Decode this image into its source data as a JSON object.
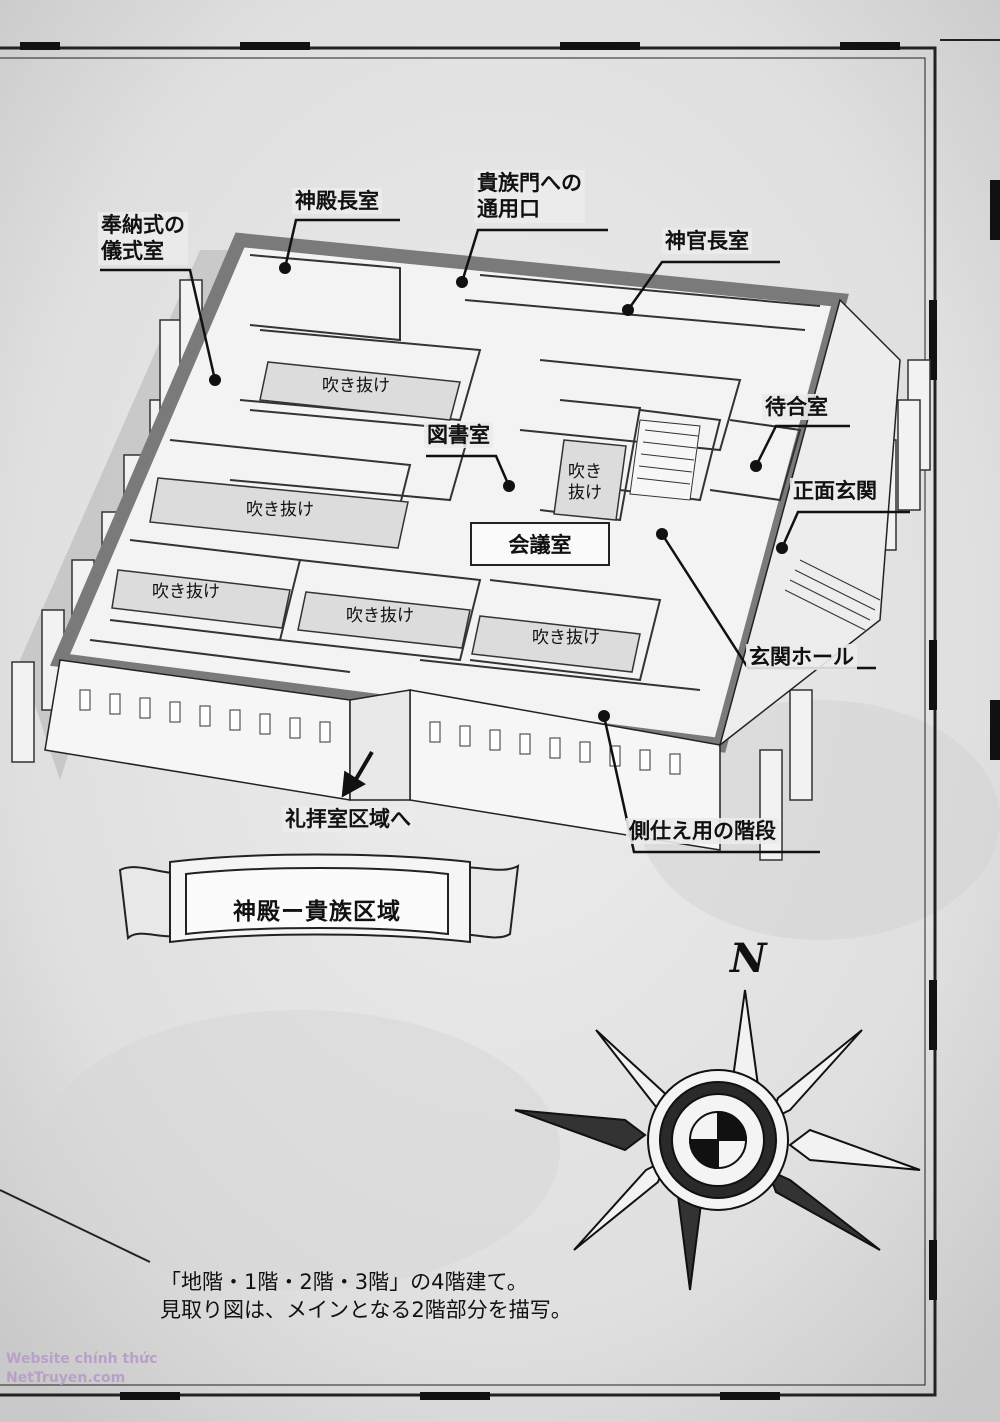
{
  "map": {
    "title": "神殿ー貴族区域",
    "compass": "N",
    "labels": {
      "temple_head_room": "神殿長室",
      "noble_gate_passage": "貴族門への\n通用口",
      "chief_priest_room": "神官長室",
      "dedication_ritual_room": "奉納式の\n儀式室",
      "waiting_room": "待合室",
      "library": "図書室",
      "front_entrance": "正面玄関",
      "meeting_room": "会議室",
      "entrance_hall": "玄関ホール",
      "to_chapel_area": "礼拝室区域へ",
      "attendant_stairs": "側仕え用の階段"
    },
    "atriums": {
      "a1": "吹き抜け",
      "a2": "吹き抜け",
      "a3": "吹き\n抜け",
      "a4": "吹き抜け",
      "a5": "吹き抜け",
      "a6": "吹き抜け"
    },
    "note": {
      "line1": "「地階・1階・2階・3階」の4階建て。",
      "line2": "見取り図は、メインとなる2階部分を描写。"
    }
  },
  "watermark": {
    "line1": "Website chính thức",
    "line2": "NetTruyen.com"
  }
}
